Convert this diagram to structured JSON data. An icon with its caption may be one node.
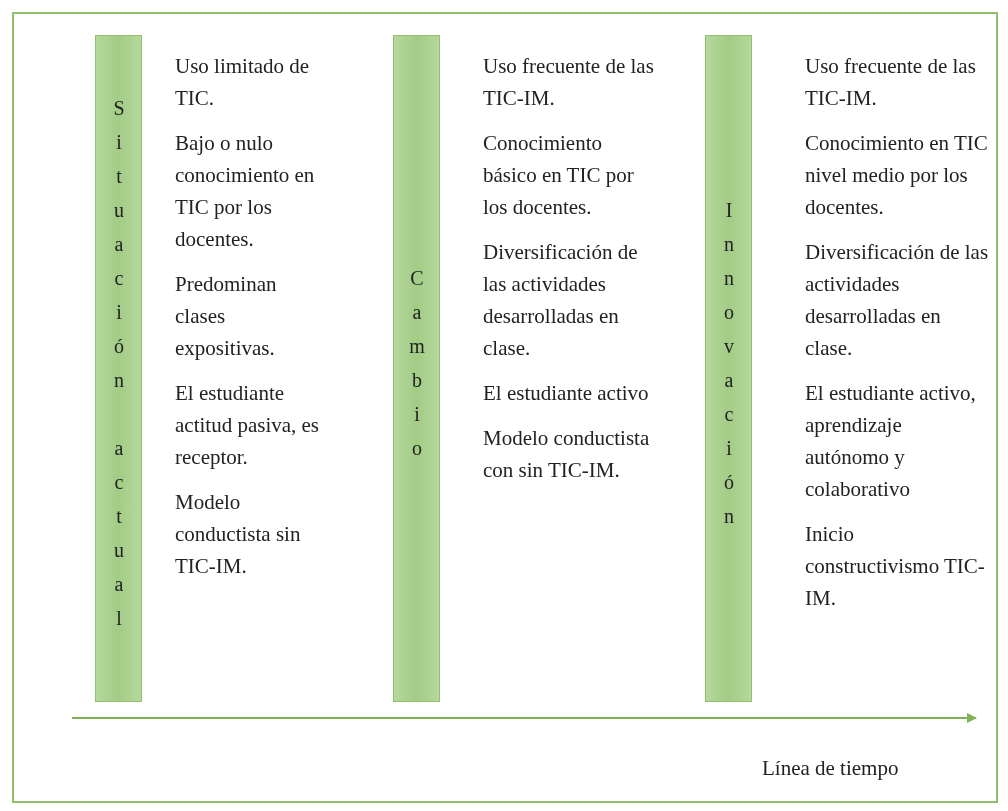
{
  "diagram": {
    "nodes": [
      {
        "text": [
          "Situación actual"
        ],
        "beside": [
          "Uso limitado de TIC.",
          "Bajo o nulo conocimiento en TIC por los docentes.",
          "Predominan clases expositivas.",
          "El estudiante actitud pasiva, es receptor.",
          "Modelo conductista sin TIC-IM."
        ]
      },
      {
        "text": [
          "Cambio"
        ],
        "beside": [
          "Uso frecuente de las TIC-IM.",
          "Conocimiento básico en TIC por los docentes.",
          "Diversificación de las actividades desarrolladas en clase.",
          "El estudiante activo",
          "Modelo conductista con sin TIC-IM."
        ]
      },
      {
        "text": [
          "Innovación"
        ],
        "beside": [
          "Uso frecuente de las TIC-IM.",
          "Conocimiento en TIC nivel medio por los docentes.",
          "Diversificación de las actividades desarrolladas en clase.",
          "El estudiante activo, aprendizaje autónomo y colaborativo",
          "Inicio constructivismo TIC-IM."
        ]
      }
    ],
    "labels": [
      "Línea de tiempo"
    ]
  }
}
